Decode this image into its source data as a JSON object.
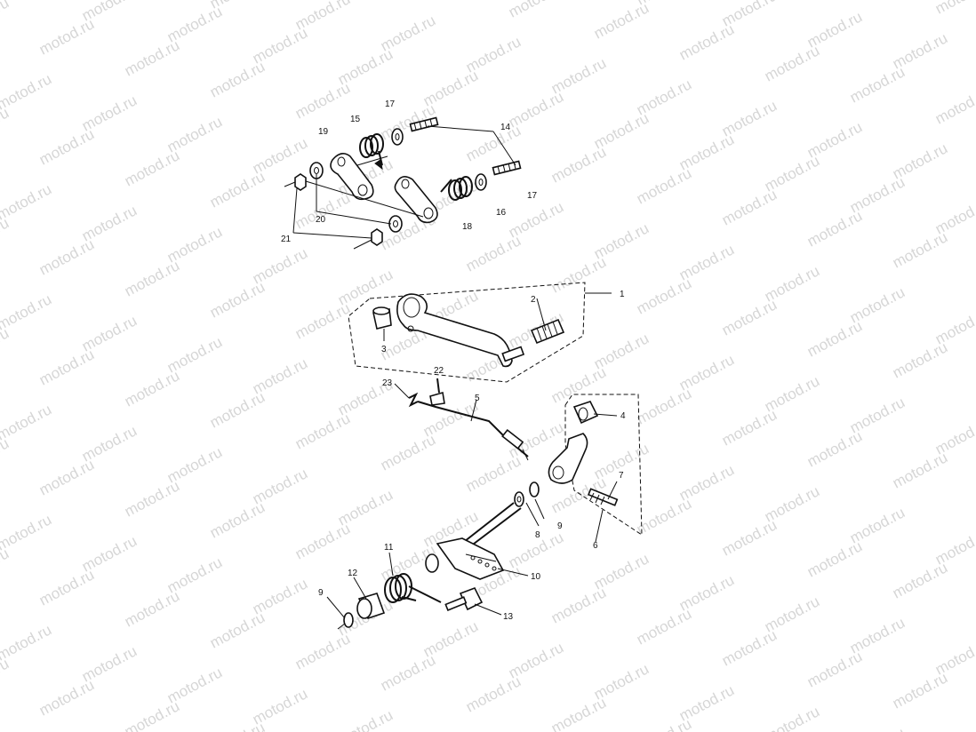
{
  "watermark": "motod.ru",
  "callouts": [
    "1",
    "2",
    "3",
    "4",
    "5",
    "6",
    "7",
    "8",
    "9",
    "9",
    "10",
    "11",
    "12",
    "13",
    "14",
    "15",
    "16",
    "17",
    "17",
    "18",
    "19",
    "20",
    "21",
    "22",
    "23"
  ]
}
